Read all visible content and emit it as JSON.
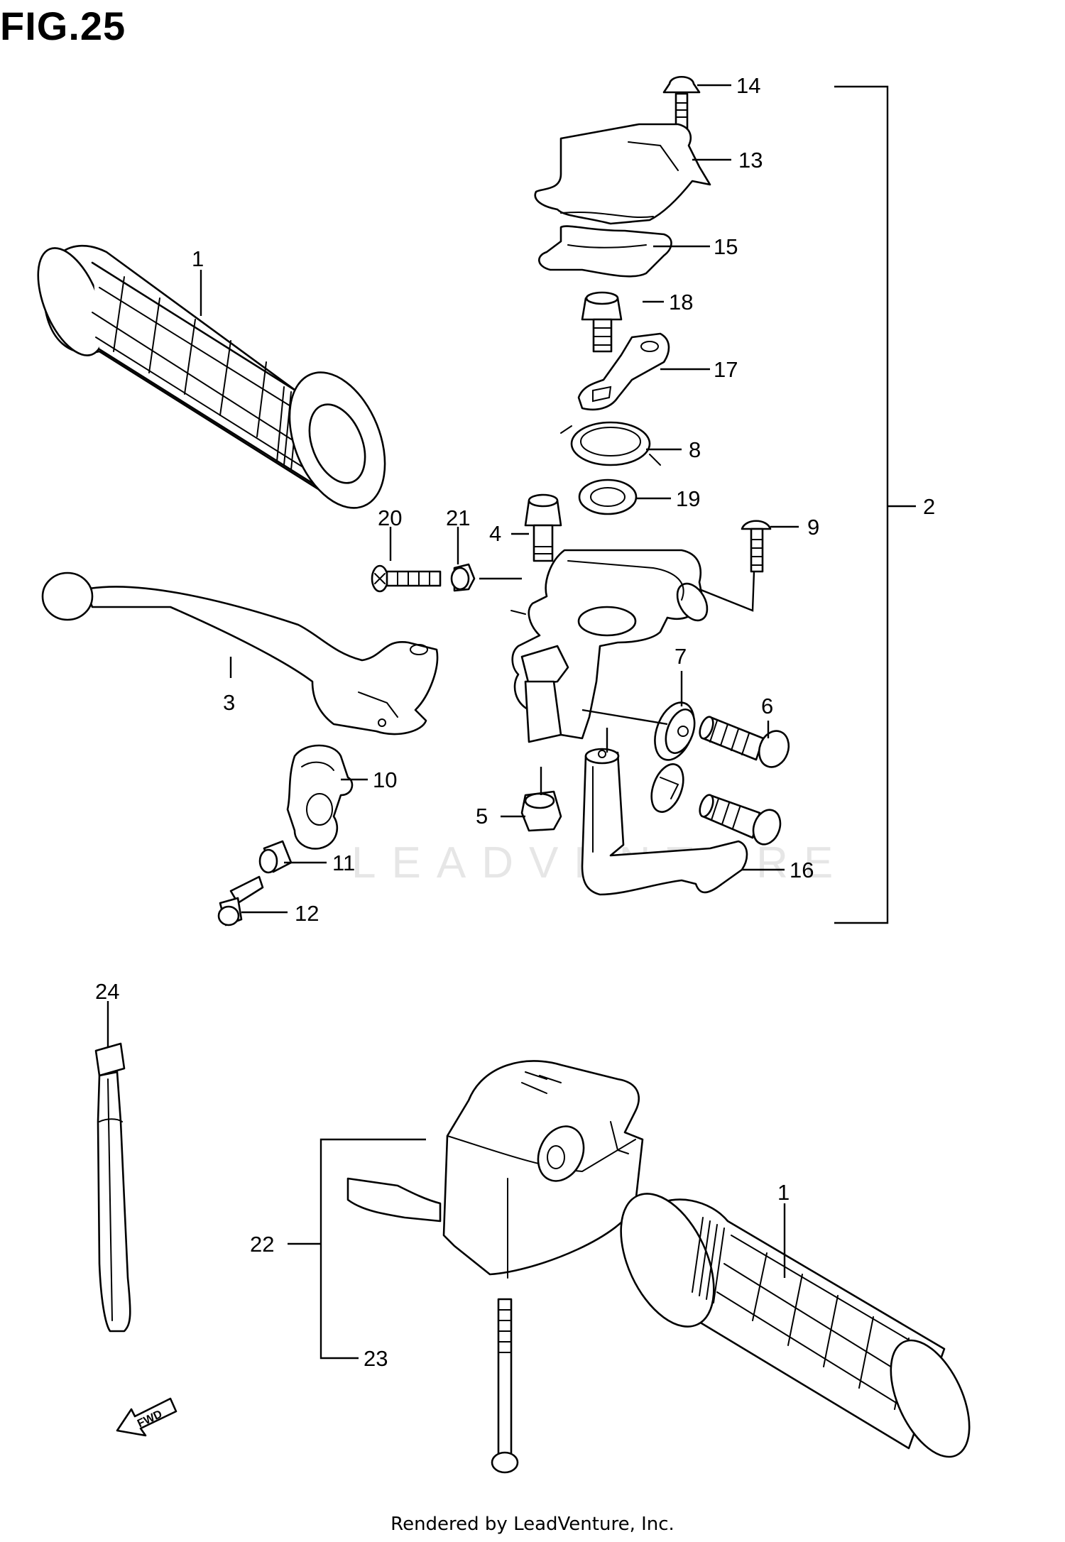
{
  "figure": {
    "title": "FIG.25"
  },
  "watermark": "LEADVENTURE",
  "footer": "Rendered by LeadVenture, Inc.",
  "fwd_label": "FWD",
  "callouts": {
    "p1_top": "1",
    "p1_bottom": "1",
    "p2": "2",
    "p3": "3",
    "p4": "4",
    "p5": "5",
    "p6": "6",
    "p7": "7",
    "p8": "8",
    "p9": "9",
    "p10": "10",
    "p11": "11",
    "p12": "12",
    "p13": "13",
    "p14": "14",
    "p15": "15",
    "p16": "16",
    "p17": "17",
    "p18": "18",
    "p19": "19",
    "p20": "20",
    "p21": "21",
    "p22": "22",
    "p23": "23",
    "p24": "24"
  }
}
